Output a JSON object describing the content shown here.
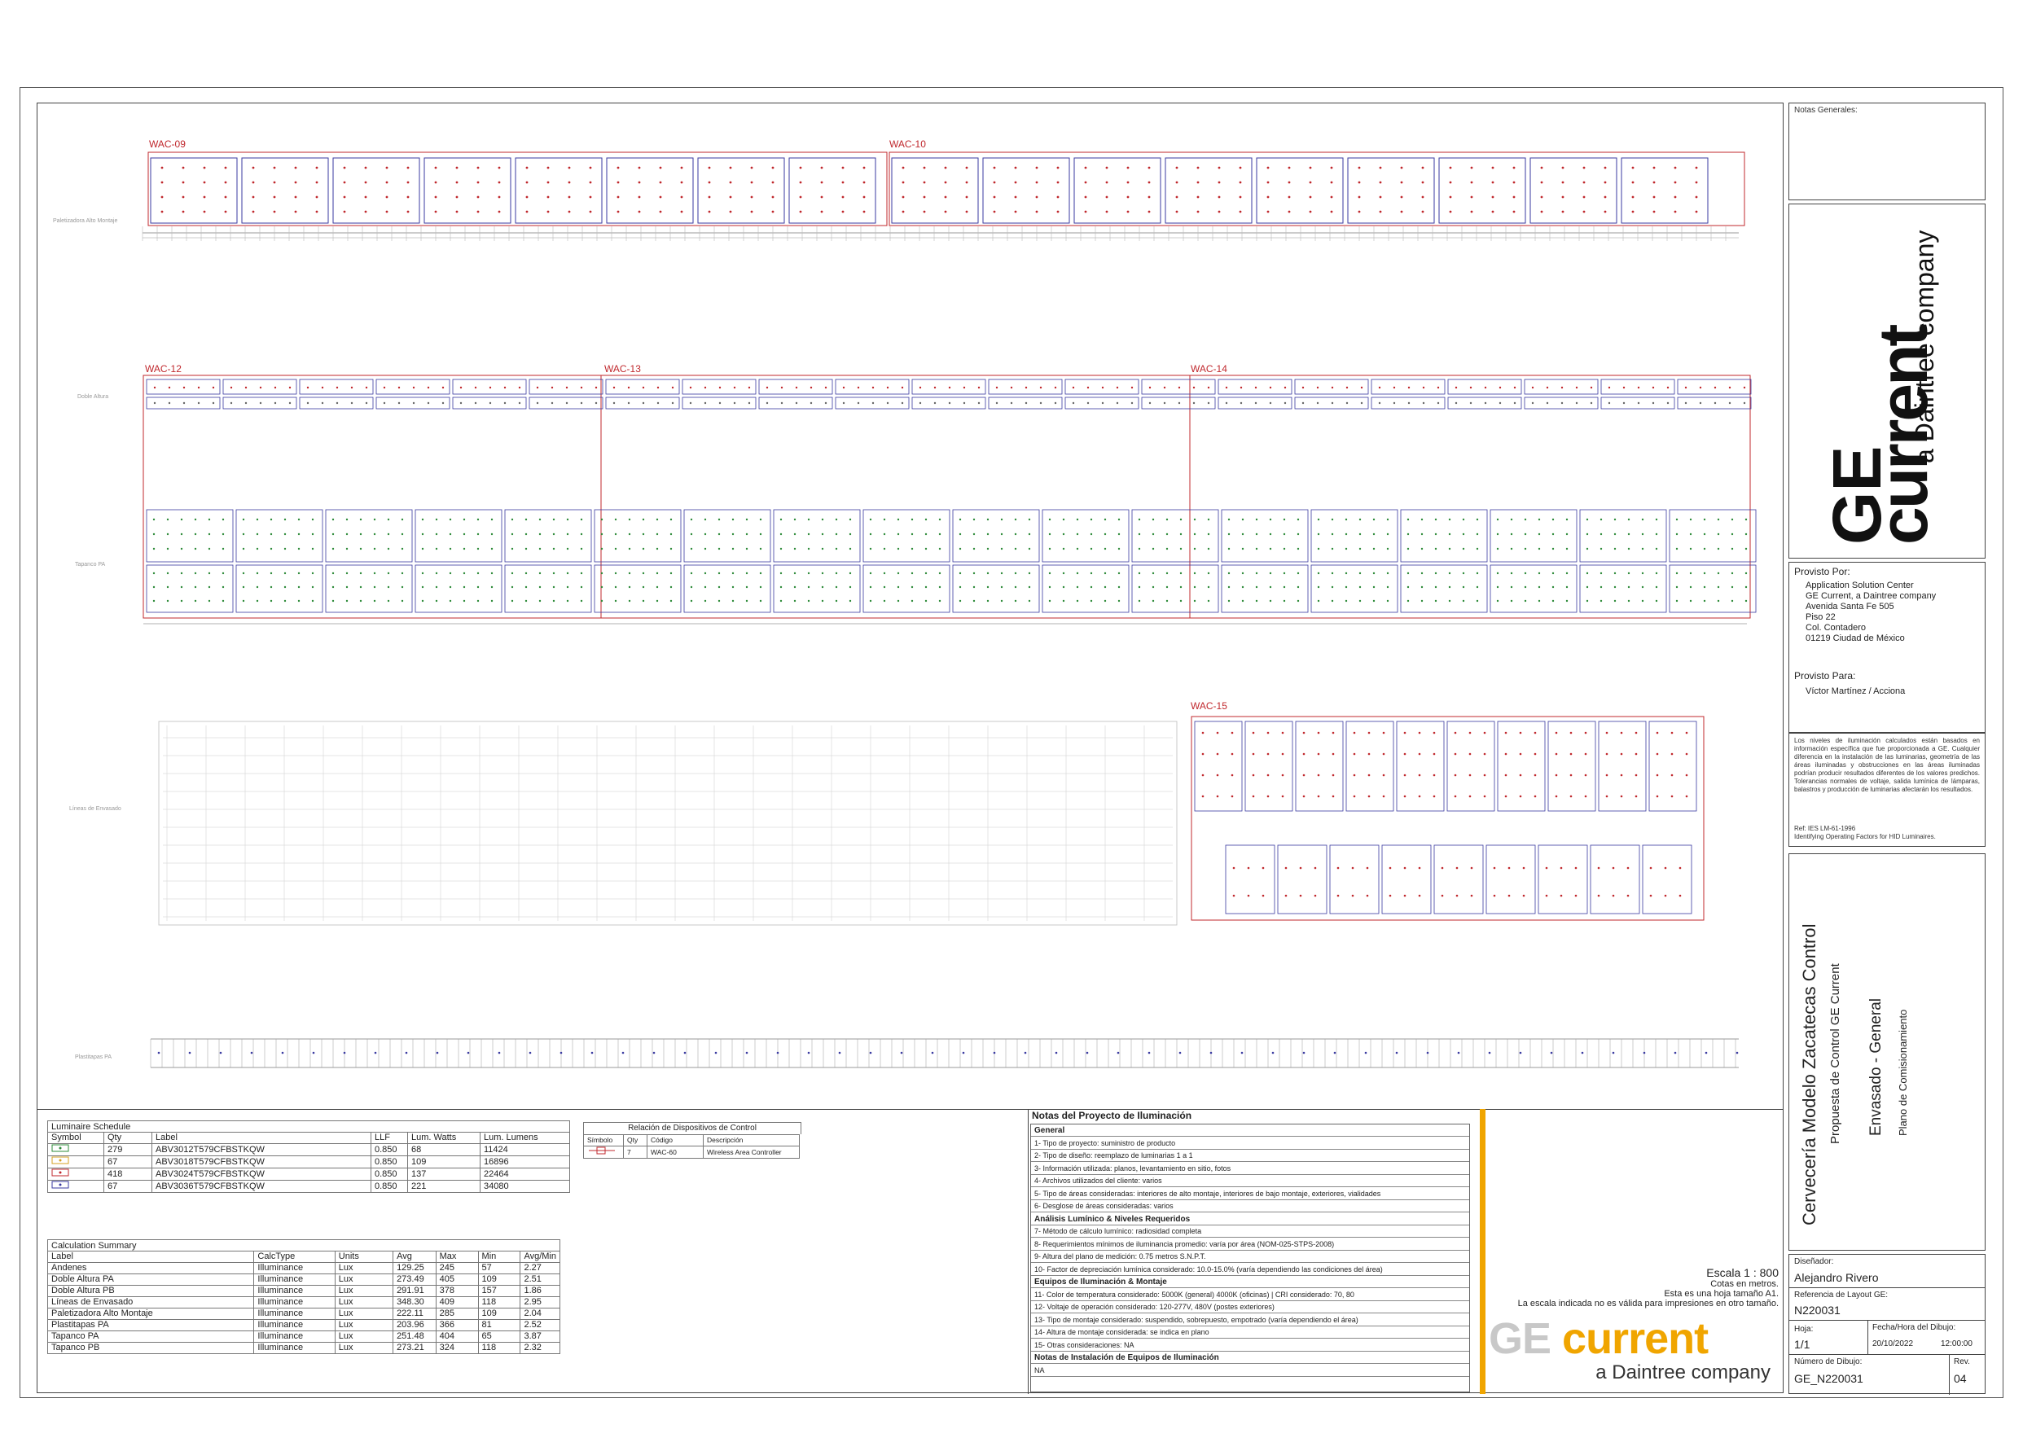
{
  "plan": {
    "wac_labels": [
      "WAC-09",
      "WAC-10",
      "WAC-12",
      "WAC-13",
      "WAC-14",
      "WAC-15"
    ],
    "zone_labels": [
      "Paletizadora Alto Montaje",
      "Doble Altura",
      "Tapanco PA",
      "Líneas de Envasado",
      "Plastitapas PA"
    ]
  },
  "luminaire_schedule": {
    "title": "Luminaire Schedule",
    "headers": [
      "Symbol",
      "Qty",
      "Label",
      "LLF",
      "Lum. Watts",
      "Lum. Lumens"
    ],
    "rows": [
      {
        "qty": "279",
        "label": "ABV3012T579CFBSTKQW",
        "llf": "0.850",
        "watts": "68",
        "lumens": "11424",
        "color": "#2e8b3a"
      },
      {
        "qty": "67",
        "label": "ABV3018T579CFBSTKQW",
        "llf": "0.850",
        "watts": "109",
        "lumens": "16896",
        "color": "#d4a020"
      },
      {
        "qty": "418",
        "label": "ABV3024T579CFBSTKQW",
        "llf": "0.850",
        "watts": "137",
        "lumens": "22464",
        "color": "#c0282d"
      },
      {
        "qty": "67",
        "label": "ABV3036T579CFBSTKQW",
        "llf": "0.850",
        "watts": "221",
        "lumens": "34080",
        "color": "#3a3aa0"
      }
    ]
  },
  "devices": {
    "title": "Relación de Dispositivos de Control",
    "headers": [
      "Símbolo",
      "Qty",
      "Código",
      "Descripción"
    ],
    "rows": [
      {
        "qty": "7",
        "code": "WAC-60",
        "desc": "Wireless Area Controller"
      }
    ]
  },
  "calc_summary": {
    "title": "Calculation Summary",
    "headers": [
      "Label",
      "CalcType",
      "Units",
      "Avg",
      "Max",
      "Min",
      "Avg/Min"
    ],
    "rows": [
      [
        "Andenes",
        "Illuminance",
        "Lux",
        "129.25",
        "245",
        "57",
        "2.27"
      ],
      [
        "Doble Altura PA",
        "Illuminance",
        "Lux",
        "273.49",
        "405",
        "109",
        "2.51"
      ],
      [
        "Doble Altura PB",
        "Illuminance",
        "Lux",
        "291.91",
        "378",
        "157",
        "1.86"
      ],
      [
        "Líneas de Envasado",
        "Illuminance",
        "Lux",
        "348.30",
        "409",
        "118",
        "2.95"
      ],
      [
        "Paletizadora Alto Montaje",
        "Illuminance",
        "Lux",
        "222.11",
        "285",
        "109",
        "2.04"
      ],
      [
        "Plastitapas PA",
        "Illuminance",
        "Lux",
        "203.96",
        "366",
        "81",
        "2.52"
      ],
      [
        "Tapanco PA",
        "Illuminance",
        "Lux",
        "251.48",
        "404",
        "65",
        "3.87"
      ],
      [
        "Tapanco PB",
        "Illuminance",
        "Lux",
        "273.21",
        "324",
        "118",
        "2.32"
      ]
    ]
  },
  "project_notes": {
    "title": "Notas del Proyecto de Iluminación",
    "rows": [
      {
        "h": true,
        "t": "General"
      },
      {
        "t": "1- Tipo de proyecto: suministro de producto"
      },
      {
        "t": "2- Tipo de diseño: reemplazo de luminarias 1 a 1"
      },
      {
        "t": "3- Información utilizada: planos, levantamiento en sitio, fotos"
      },
      {
        "t": "4- Archivos utilizados del cliente: varios"
      },
      {
        "t": "5- Tipo de áreas consideradas: interiores de alto montaje, interiores de bajo montaje, exteriores, vialidades"
      },
      {
        "t": "6- Desglose de áreas consideradas: varios"
      },
      {
        "h": true,
        "t": "Análisis Lumínico & Niveles Requeridos"
      },
      {
        "t": "7- Método de cálculo lumínico: radiosidad completa"
      },
      {
        "t": "8- Requerimientos mínimos de iluminancia promedio: varía por área (NOM-025-STPS-2008)"
      },
      {
        "t": "9- Altura del plano de medición: 0.75 metros S.N.P.T."
      },
      {
        "t": "10- Factor de depreciación lumínica considerado: 10.0-15.0% (varía dependiendo las condiciones del área)"
      },
      {
        "h": true,
        "t": "Equipos de Iluminación & Montaje"
      },
      {
        "t": "11- Color de temperatura considerado: 5000K (general) 4000K (oficinas) | CRI considerado: 70, 80"
      },
      {
        "t": "12- Voltaje de operación considerado: 120-277V, 480V (postes exteriores)"
      },
      {
        "t": "13- Tipo de montaje considerado: suspendido, sobrepuesto, empotrado (varía dependiendo el área)"
      },
      {
        "t": "14- Altura de montaje considerada: se indica en plano"
      },
      {
        "t": "15- Otras consideraciones: NA"
      },
      {
        "h": true,
        "t": "Notas de Instalación de Equipos de Iluminación"
      },
      {
        "t": "NA"
      }
    ]
  },
  "scale": {
    "title": "Escala 1 : 800",
    "line1": "Cotas en metros.",
    "line2": "Esta es una hoja tamaño A1.",
    "line3": "La escala indicada no es válida para impresiones en otro tamaño."
  },
  "brand": {
    "name_ge": "GE ",
    "name_current": "current",
    "tagline": "a Daintree company",
    "accent": "#f0a500"
  },
  "title_block": {
    "general_notes_label": "Notas Generales:",
    "provided_by_label": "Provisto Por:",
    "provided_by": [
      "Application Solution Center",
      "GE Current, a Daintree company",
      "Avenida Santa Fe 505",
      "Piso 22",
      "Col. Contadero",
      "01219 Ciudad de México"
    ],
    "provided_for_label": "Provisto Para:",
    "provided_for": "Víctor Martínez / Acciona",
    "disclaimer": "Los niveles de iluminación calculados están basados en información específica que fue proporcionada a GE. Cualquier diferencia en la instalación de las luminarias, geometría de las áreas iluminadas y obstrucciones en las áreas iluminadas podrían producir resultados diferentes de los valores predichos. Tolerancias normales de voltaje, salida lumínica de lámparas, balastros y producción de luminarias afectarán los resultados.",
    "ref1": "Ref: IES LM-61-1996",
    "ref2": "Identifying Operating Factors for HID Luminaires.",
    "project_title": "Cervecería Modelo Zacatecas Control",
    "project_sub": "Propuesta de Control GE Current",
    "area": "Envasado - General",
    "plan_type": "Plano de Comisionamiento",
    "designer_label": "Diseñador:",
    "designer": "Alejandro Rivero",
    "layout_ref_label": "Referencia de Layout GE:",
    "layout_ref": "N220031",
    "sheet_label": "Hoja:",
    "sheet": "1/1",
    "date_label": "Fecha/Hora del Dibujo:",
    "date": "20/10/2022",
    "time": "12:00:00",
    "drawing_no_label": "Número de Dibujo:",
    "drawing_no": "GE_N220031",
    "rev_label": "Rev.",
    "rev": "04"
  }
}
